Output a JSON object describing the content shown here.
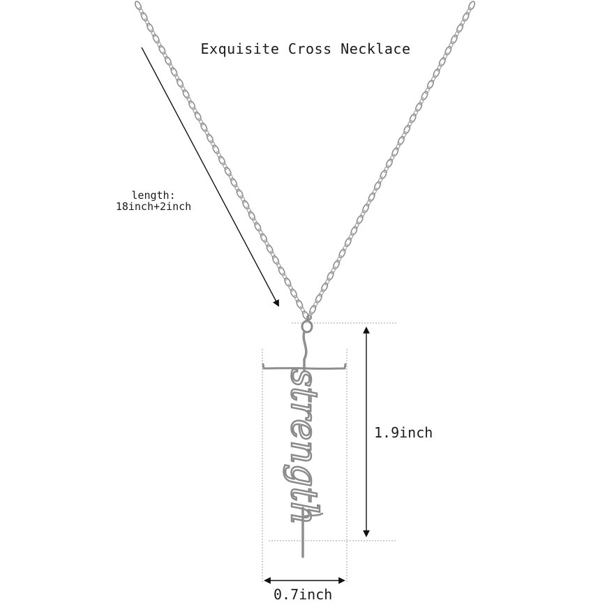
{
  "title": "Exquisite Cross Necklace",
  "length_label": "length:",
  "length_value": "18inch+2inch",
  "pendant_word": "strength",
  "height_label": "1.9inch",
  "width_label": "0.7inch",
  "colors": {
    "background": "#ffffff",
    "metal": "#9a9a9a",
    "metal_dark": "#6e6e6e",
    "text": "#1a1a1a",
    "guide": "#9a9a9a"
  }
}
